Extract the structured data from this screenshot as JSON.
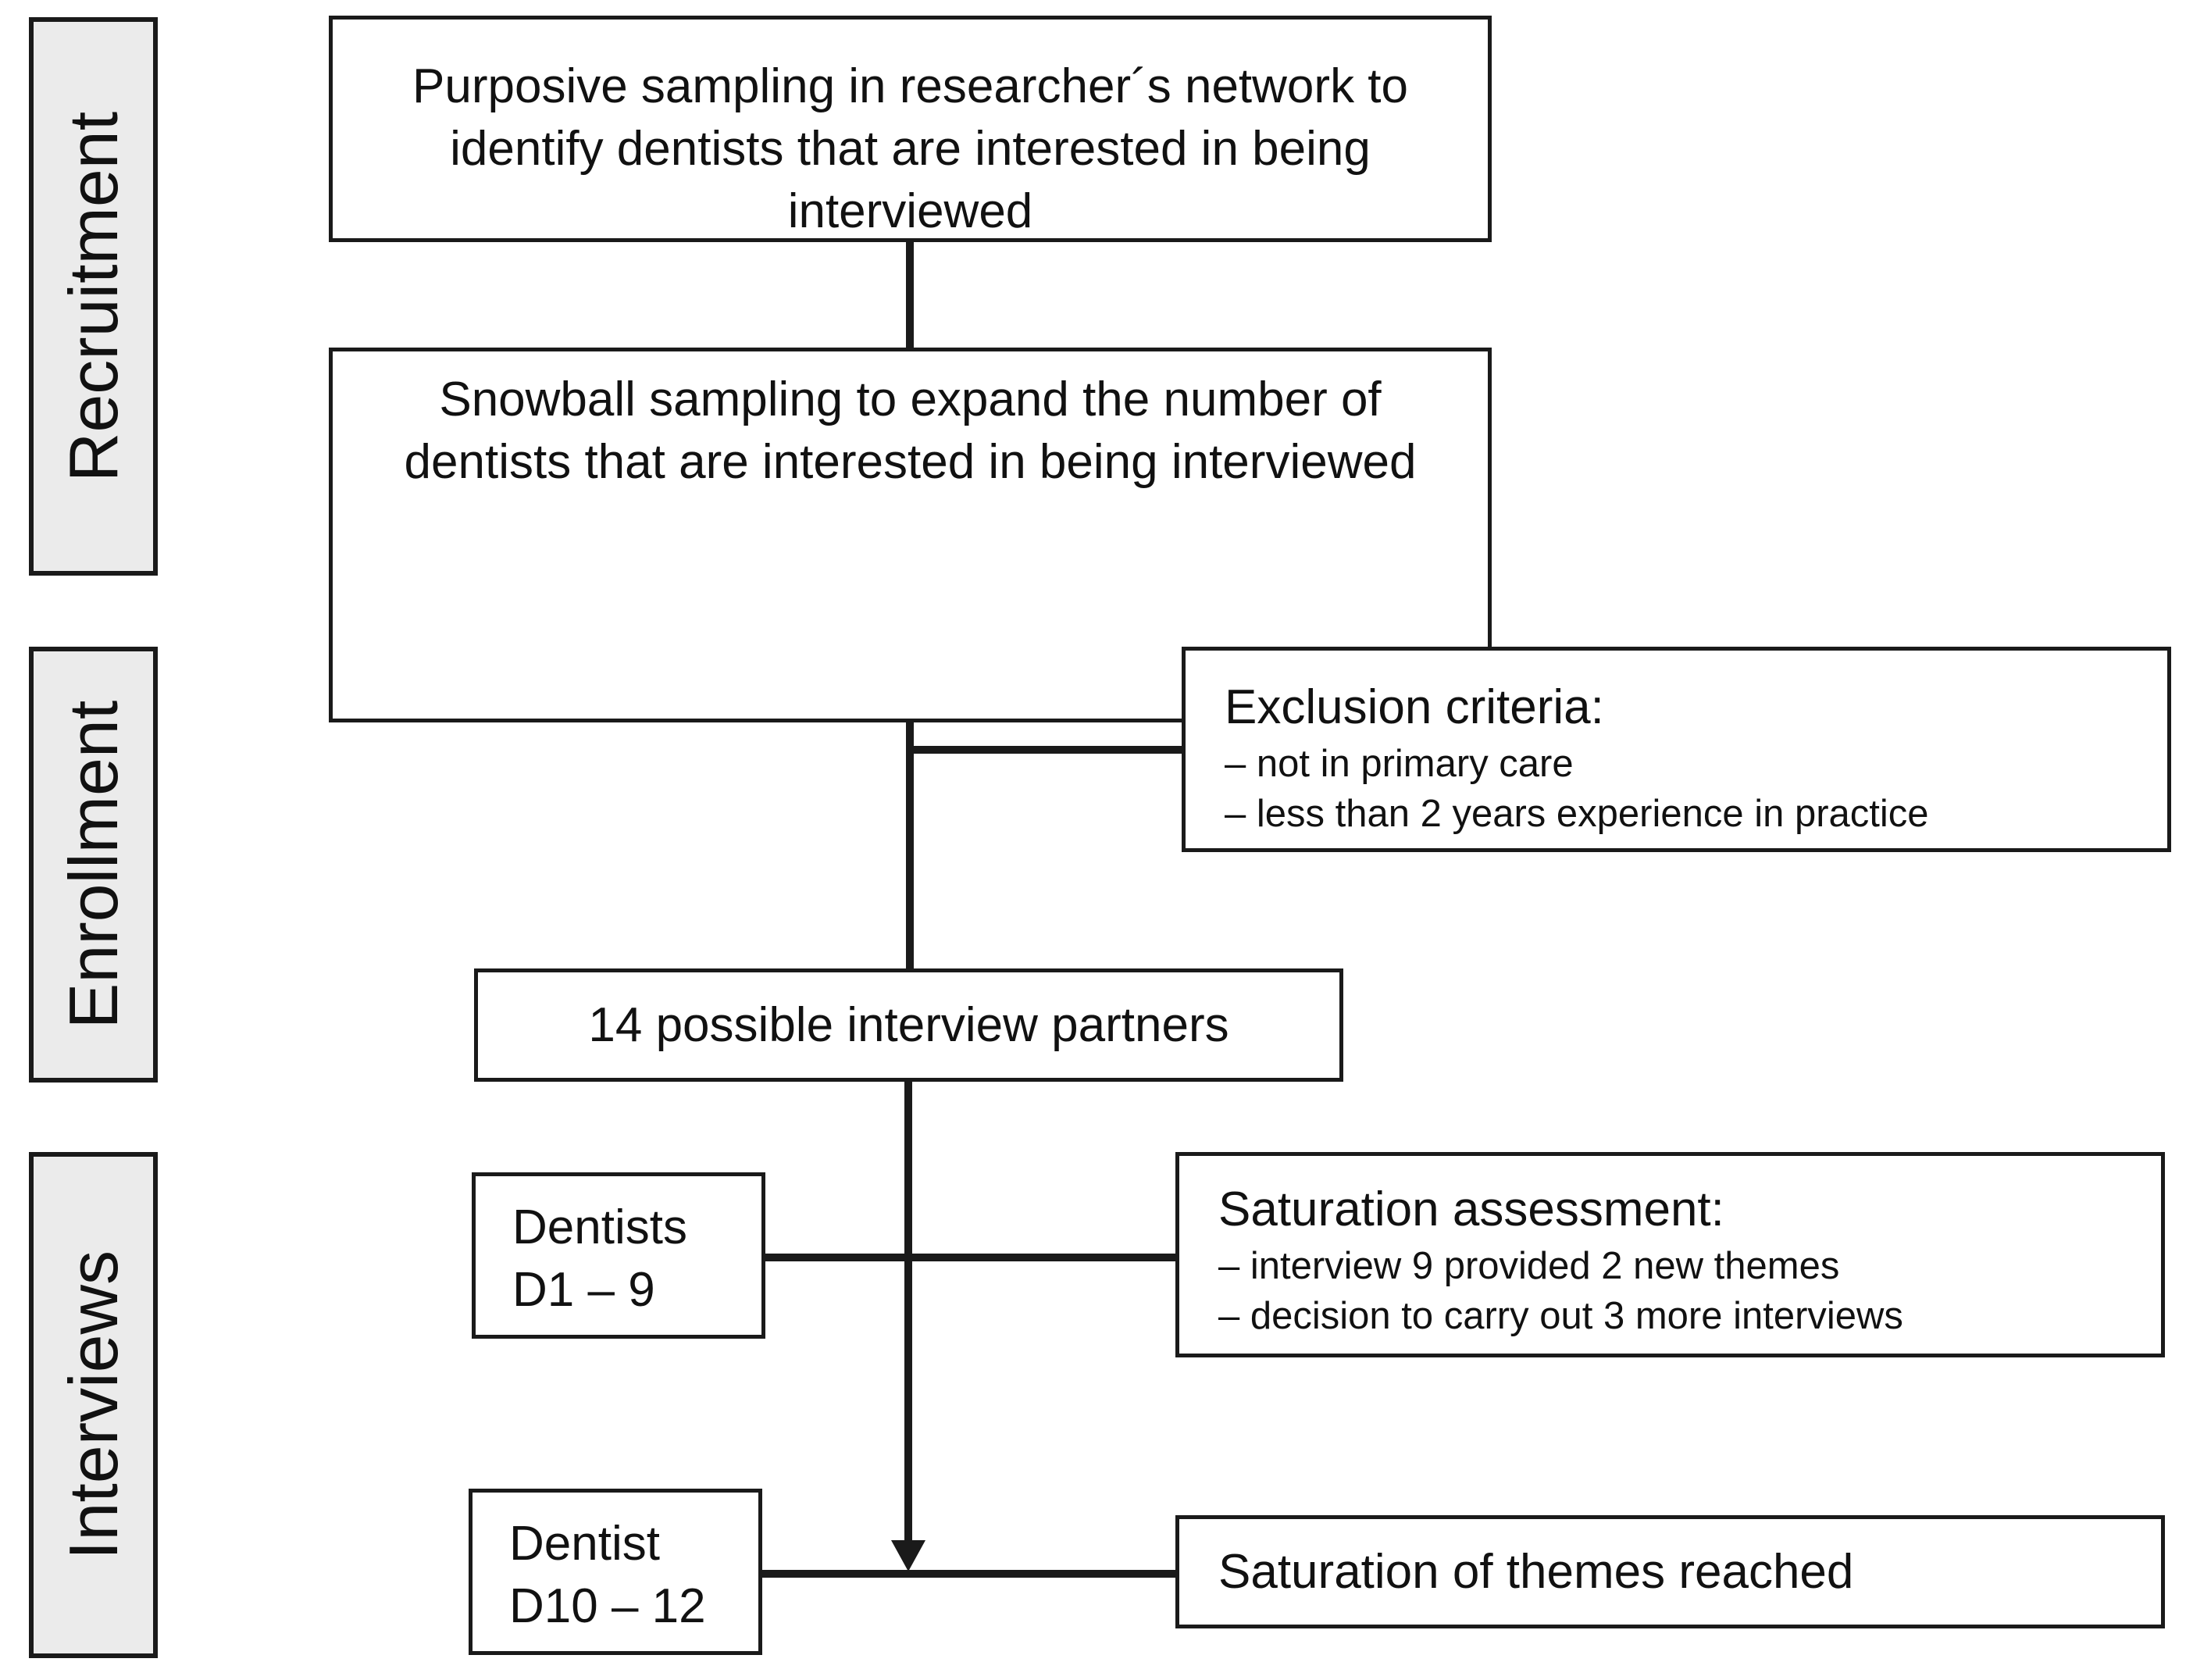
{
  "phases": {
    "recruitment": "Recruitment",
    "enrollment": "Enrollment",
    "interviews": "Interviews"
  },
  "boxes": {
    "purposive_sampling": {
      "lines": [
        "Purposive sampling in researcher´s network to",
        "identify dentists that are interested in being",
        "interviewed"
      ]
    },
    "snowball_sampling": {
      "lines": [
        "Snowball sampling to expand the number of",
        "dentists that are interested in being interviewed"
      ]
    },
    "exclusion_criteria": {
      "title": "Exclusion criteria:",
      "items": [
        "– not in primary care",
        "– less than 2 years experience in practice"
      ]
    },
    "possible_partners": {
      "label": "14 possible interview partners"
    },
    "dentists_d1_9": {
      "lines": [
        "Dentists",
        "D1 – 9"
      ]
    },
    "saturation_assessment": {
      "title": "Saturation assessment:",
      "items": [
        "– interview 9 provided 2 new themes",
        "– decision to carry out 3 more interviews"
      ]
    },
    "dentist_d10_12": {
      "lines": [
        "Dentist",
        "D10 – 12"
      ]
    },
    "saturation_reached": {
      "label": "Saturation of themes reached"
    }
  },
  "colors": {
    "line": "#1a1a1a",
    "phase_fill": "#ebebeb",
    "box_fill": "#ffffff"
  }
}
